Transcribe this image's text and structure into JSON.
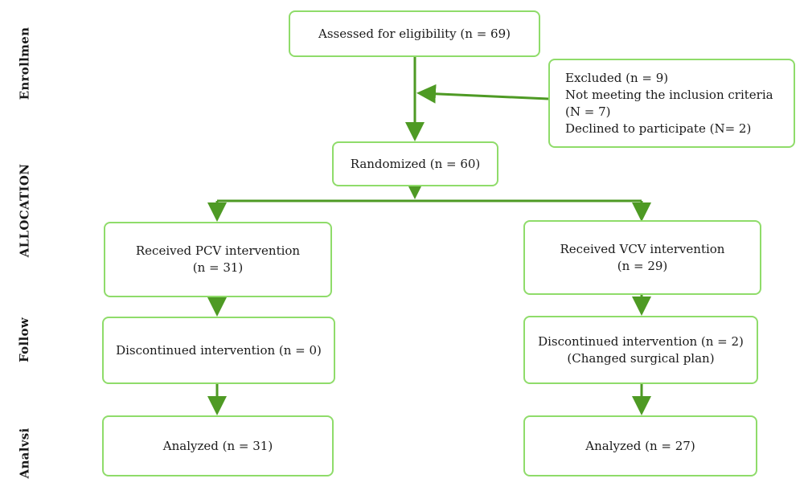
{
  "stages": {
    "enrollment": "Enrollmen",
    "allocation": "ALLOCATION",
    "follow": "Follow",
    "analysis": "Analvsi"
  },
  "boxes": {
    "assessed": [
      "Assessed for eligibility (n = 69)"
    ],
    "excluded": [
      "Excluded (n = 9)",
      "Not meeting the inclusion criteria",
      "(N = 7)",
      "Declined to participate (N= 2)"
    ],
    "randomized": [
      "Randomized (n = 60)"
    ],
    "pcv_received": [
      "Received PCV intervention",
      "(n = 31)"
    ],
    "vcv_received": [
      "Received VCV intervention",
      "(n = 29)"
    ],
    "pcv_discontinued": [
      "Discontinued intervention (n = 0)"
    ],
    "vcv_discontinued": [
      "Discontinued intervention (n = 2)",
      "(Changed surgical plan)"
    ],
    "pcv_analyzed": [
      "Analyzed (n = 31)"
    ],
    "vcv_analyzed": [
      "Analyzed (n = 27)"
    ]
  },
  "colors": {
    "box_border": "#8fdc6a",
    "arrow": "#4e9a24"
  }
}
